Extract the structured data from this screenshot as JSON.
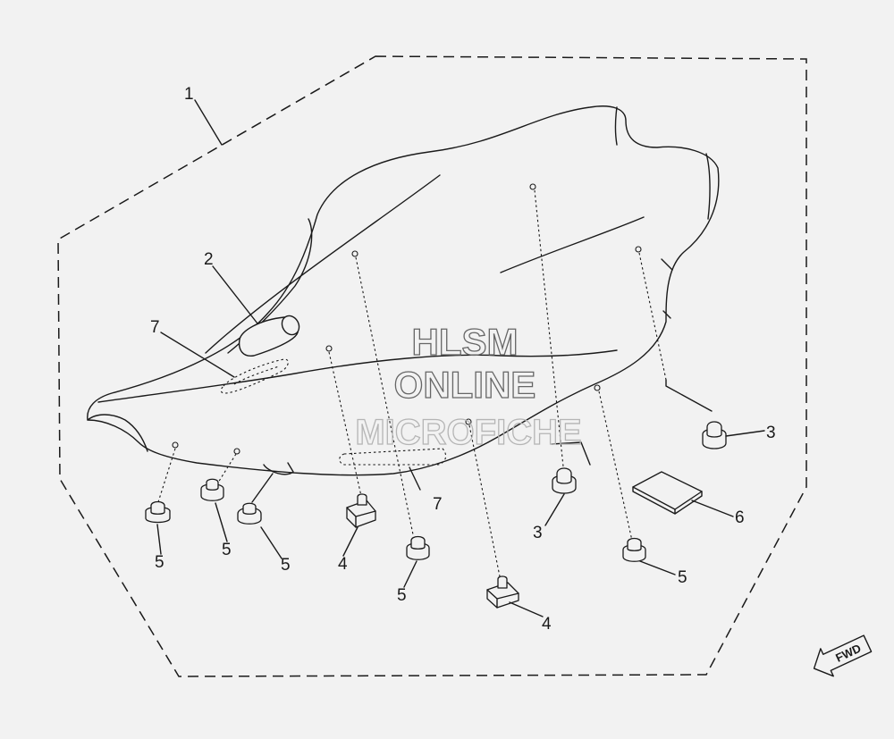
{
  "callouts": {
    "c1": "1",
    "c2": "2",
    "c3a": "3",
    "c3b": "3",
    "c4a": "4",
    "c4b": "4",
    "c5a": "5",
    "c5b": "5",
    "c5c": "5",
    "c5d": "5",
    "c5e": "5",
    "c6": "6",
    "c7a": "7",
    "c7b": "7"
  },
  "watermark": {
    "line1": "HLSM",
    "line2": "ONLINE",
    "line3": "MICROFICHE"
  },
  "fwd_label": "FWD",
  "colors": {
    "background": "#f2f2f2",
    "ink": "#1a1a1a",
    "watermark": "#666666"
  }
}
